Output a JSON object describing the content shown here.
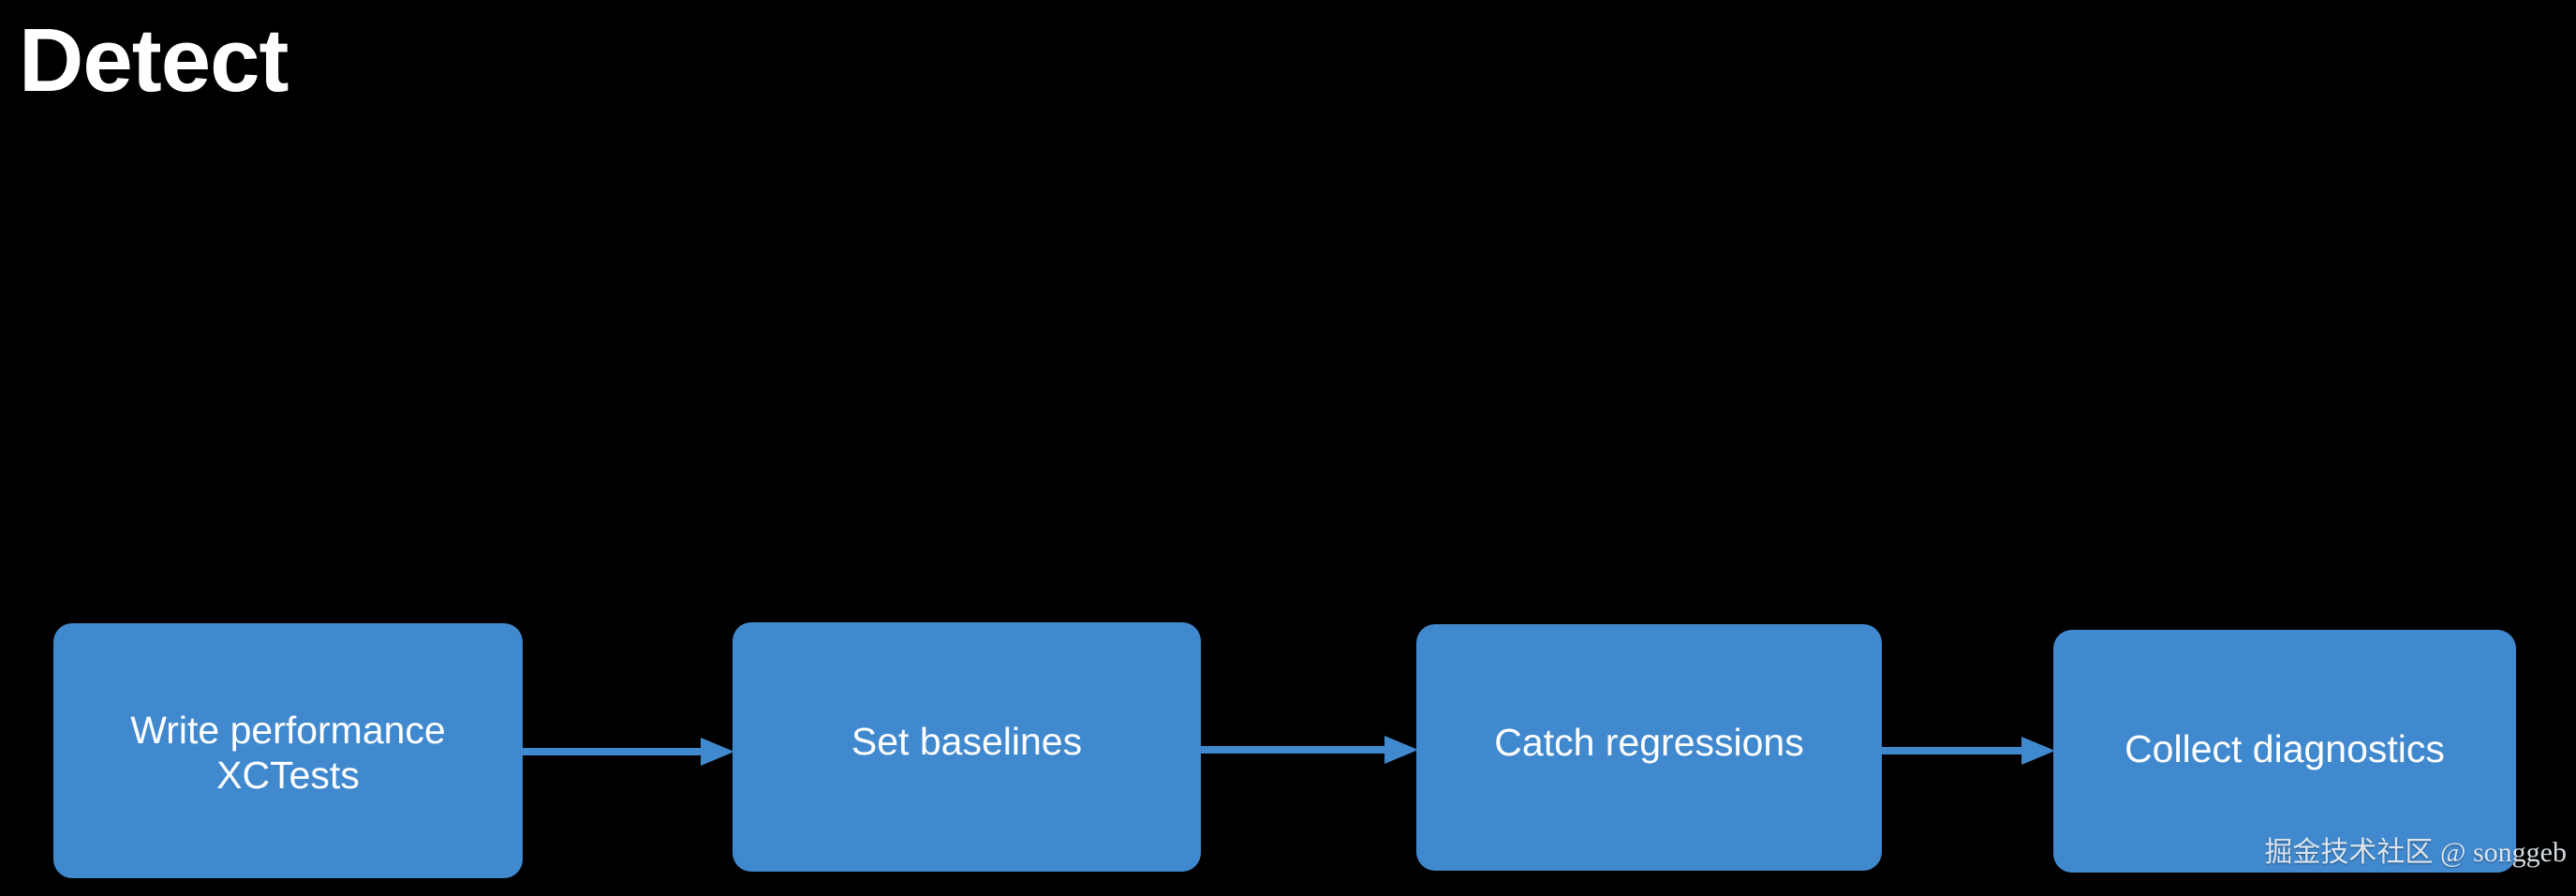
{
  "slide": {
    "title": "Detect",
    "background_color": "#000000",
    "title_color": "#ffffff",
    "accent_color": "#4189ce"
  },
  "flow": {
    "type": "left-to-right-process-flow",
    "node_fill": "#4189ce",
    "node_text_color": "#ffffff",
    "arrow_color": "#4189ce",
    "nodes": [
      {
        "label": "Write performance\nXCTests"
      },
      {
        "label": "Set baselines"
      },
      {
        "label": "Catch regressions"
      },
      {
        "label": "Collect diagnostics"
      }
    ],
    "arrows": [
      {
        "from": "Write performance XCTests",
        "to": "Set baselines"
      },
      {
        "from": "Set baselines",
        "to": "Catch regressions"
      },
      {
        "from": "Catch regressions",
        "to": "Collect diagnostics"
      }
    ]
  },
  "watermark": {
    "text": "掘金技术社区 @ songgeb"
  }
}
